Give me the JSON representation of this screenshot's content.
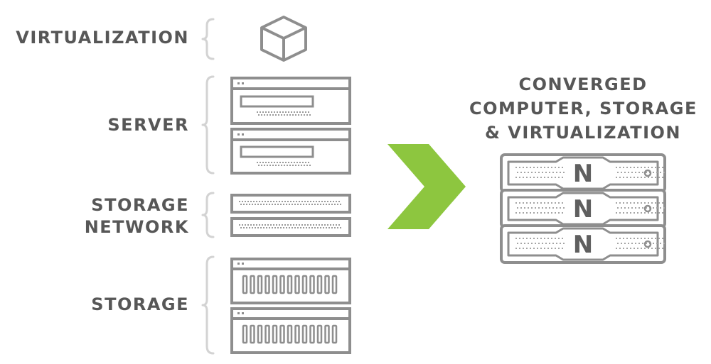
{
  "left_stack": {
    "virtualization_label": "VIRTUALIZATION",
    "server_label": "SERVER",
    "storage_network_label": [
      "STORAGE",
      "NETWORK"
    ],
    "storage_label": "STORAGE"
  },
  "right_stack": {
    "title_lines": [
      "CONVERGED",
      "COMPUTER, STORAGE",
      "& VIRTUALIZATION"
    ],
    "node_logo_letter": "N"
  },
  "colors": {
    "label_text": "#575757",
    "device_stroke": "#8e8e8e",
    "brace": "#d3d3d3",
    "arrow": "#8dc63f"
  },
  "icons": {
    "virtualization": "cube-icon",
    "server": "server-icon",
    "storage_network": "network-switch-icon",
    "storage": "disk-array-icon",
    "converged": "converged-node-icon",
    "arrow": "chevron-right-icon"
  }
}
